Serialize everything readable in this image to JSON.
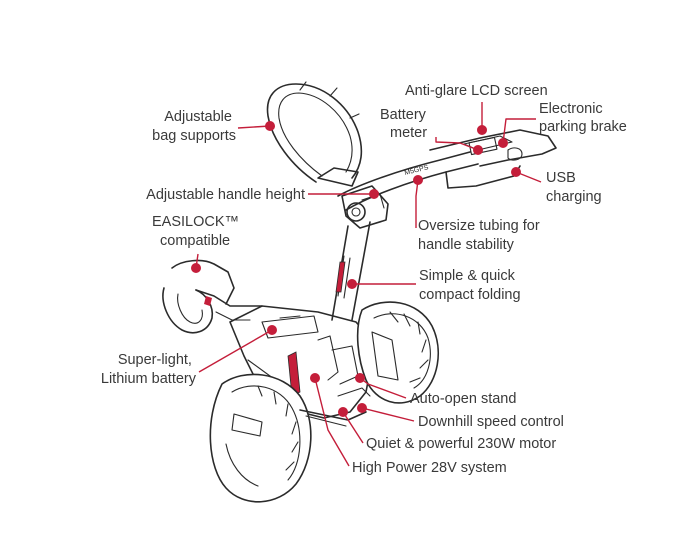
{
  "accent_color": "#c41e3a",
  "callouts": [
    {
      "id": "bag-supports",
      "lines": [
        "Adjustable",
        "bag supports"
      ]
    },
    {
      "id": "lcd-screen",
      "lines": [
        "Anti-glare LCD screen"
      ]
    },
    {
      "id": "battery-meter",
      "lines": [
        "Battery",
        "meter"
      ]
    },
    {
      "id": "parking-brake",
      "lines": [
        "Electronic",
        "parking brake"
      ]
    },
    {
      "id": "handle-height",
      "lines": [
        "Adjustable handle height"
      ]
    },
    {
      "id": "usb-charging",
      "lines": [
        "USB",
        "charging"
      ]
    },
    {
      "id": "oversize-tubing",
      "lines": [
        "Oversize tubing for",
        "handle stability"
      ]
    },
    {
      "id": "easilock",
      "lines": [
        "EASILOCK™",
        "compatible"
      ]
    },
    {
      "id": "compact-folding",
      "lines": [
        "Simple & quick",
        "compact folding"
      ]
    },
    {
      "id": "lithium-battery",
      "lines": [
        "Super-light,",
        "Lithium battery"
      ]
    },
    {
      "id": "auto-open-stand",
      "lines": [
        "Auto-open stand"
      ]
    },
    {
      "id": "downhill-speed",
      "lines": [
        "Downhill speed control"
      ]
    },
    {
      "id": "motor",
      "lines": [
        "Quiet & powerful 230W motor"
      ]
    },
    {
      "id": "system-28v",
      "lines": [
        "High Power 28V system"
      ]
    }
  ]
}
